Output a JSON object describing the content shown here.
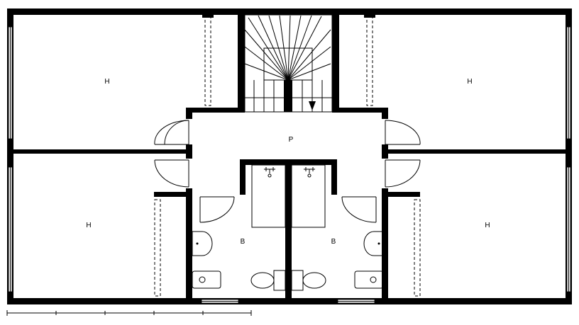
{
  "rooms": [
    {
      "key": "upper_left",
      "label": "H"
    },
    {
      "key": "upper_right",
      "label": "H"
    },
    {
      "key": "lower_left",
      "label": "H"
    },
    {
      "key": "lower_right",
      "label": "H"
    },
    {
      "key": "hall",
      "label": "P"
    },
    {
      "key": "bath_left",
      "label": "B"
    },
    {
      "key": "bath_right",
      "label": "B"
    }
  ],
  "colors": {
    "wall": "#000000",
    "background": "#ffffff"
  }
}
